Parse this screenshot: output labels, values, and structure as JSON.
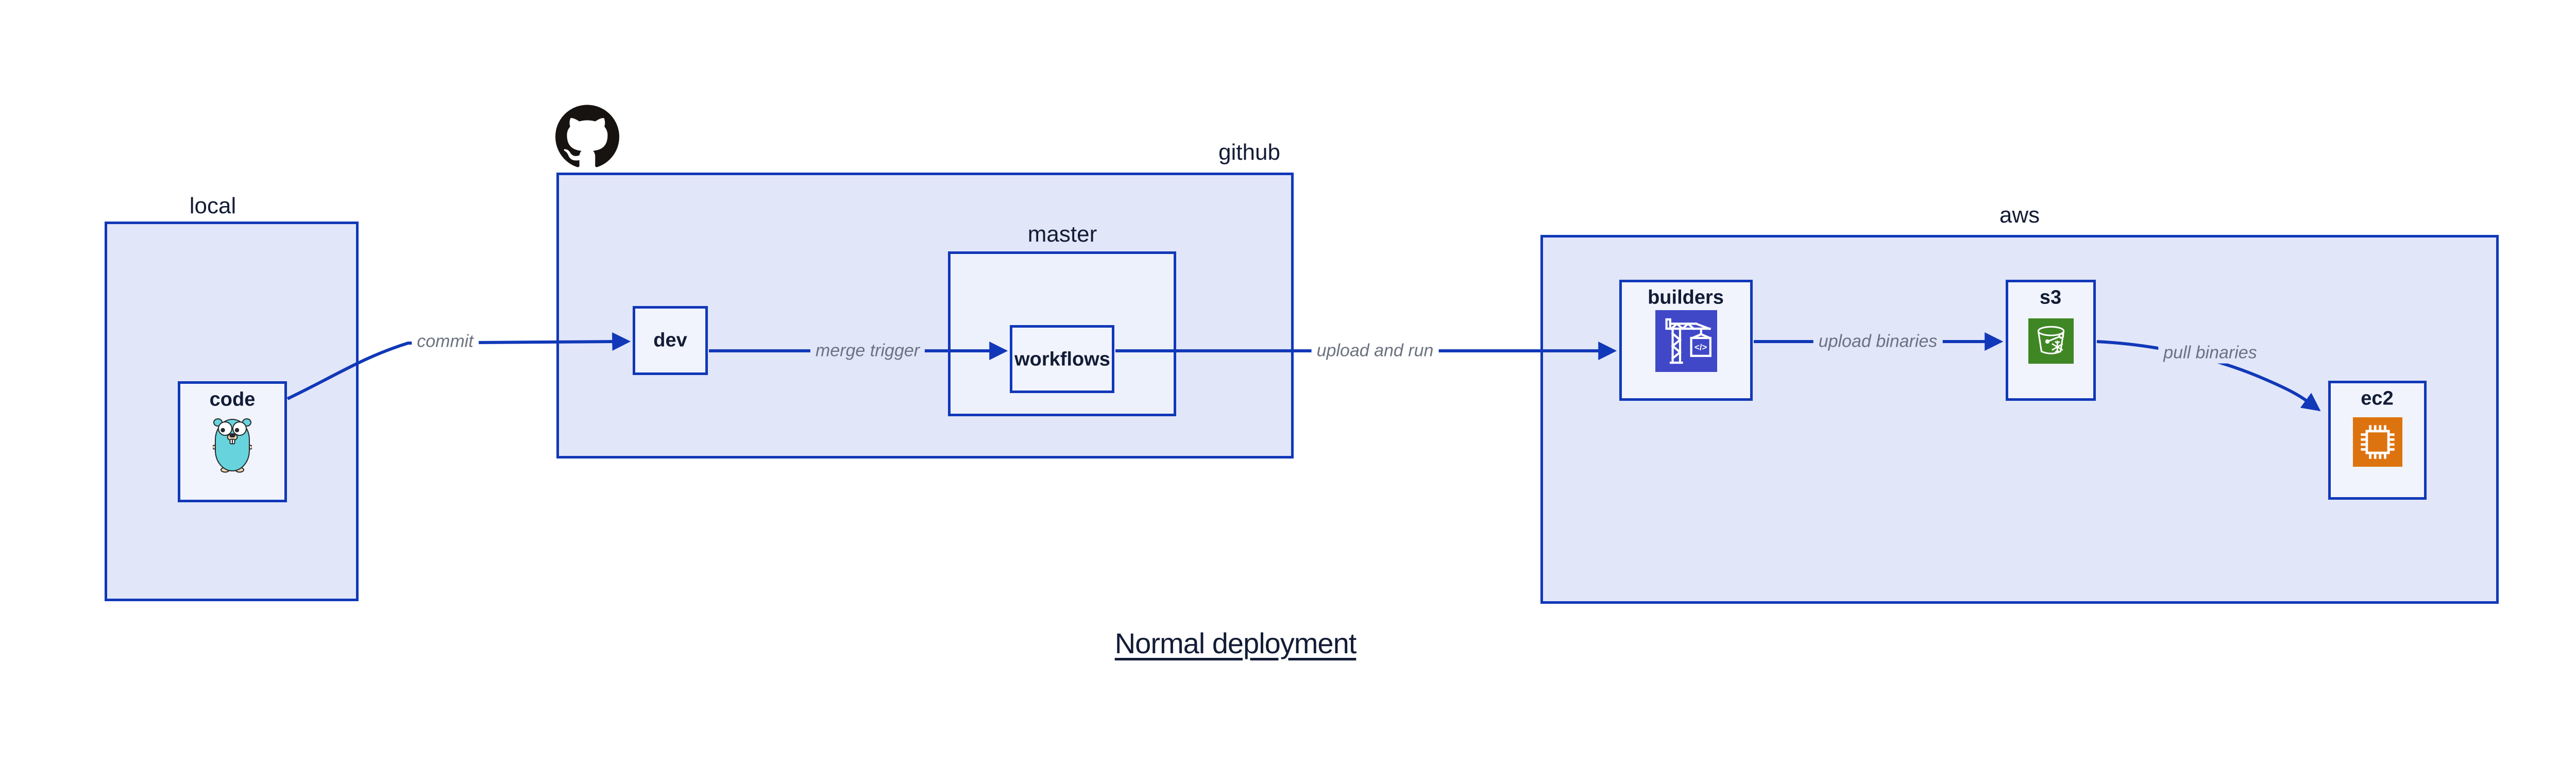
{
  "diagram": {
    "title": "Normal deployment",
    "groups": [
      {
        "id": "local",
        "label": "local"
      },
      {
        "id": "github",
        "label": "github"
      },
      {
        "id": "master",
        "label": "master"
      },
      {
        "id": "aws",
        "label": "aws"
      }
    ],
    "nodes": [
      {
        "id": "code",
        "label": "code",
        "icon": "go-gopher-icon"
      },
      {
        "id": "dev",
        "label": "dev"
      },
      {
        "id": "workflows",
        "label": "workflows"
      },
      {
        "id": "builders",
        "label": "builders",
        "icon": "codebuild-crane-icon",
        "icon_glyph": "</>",
        "icon_bg": "#4048c8"
      },
      {
        "id": "s3",
        "label": "s3",
        "icon": "s3-bucket-snowflake-icon",
        "icon_bg": "#3f8624"
      },
      {
        "id": "ec2",
        "label": "ec2",
        "icon": "ec2-chip-icon",
        "icon_bg": "#dd730f"
      }
    ],
    "edges": [
      {
        "from": "code",
        "to": "dev",
        "label": "commit"
      },
      {
        "from": "dev",
        "to": "workflows",
        "label": "merge trigger"
      },
      {
        "from": "workflows",
        "to": "builders",
        "label": "upload and run"
      },
      {
        "from": "builders",
        "to": "s3",
        "label": "upload binaries"
      },
      {
        "from": "s3",
        "to": "ec2",
        "label": "pull binaries"
      }
    ],
    "logo": {
      "name": "github-octocat-logo"
    },
    "colors": {
      "background": "#ffffff",
      "box_border": "#1138b8",
      "arrow": "#1138b8",
      "group_fill": "#e1e6f9",
      "node_fill": "#f1f4fd",
      "label_text": "#131c36",
      "edge_label_text": "#6c7280",
      "github_logo": "#171311",
      "builders_icon_bg": "#4048c8",
      "s3_icon_bg": "#3f8624",
      "ec2_icon_bg": "#dd730f",
      "gopher_body": "#67d3dd",
      "gopher_skin": "#f4d7ae"
    }
  }
}
